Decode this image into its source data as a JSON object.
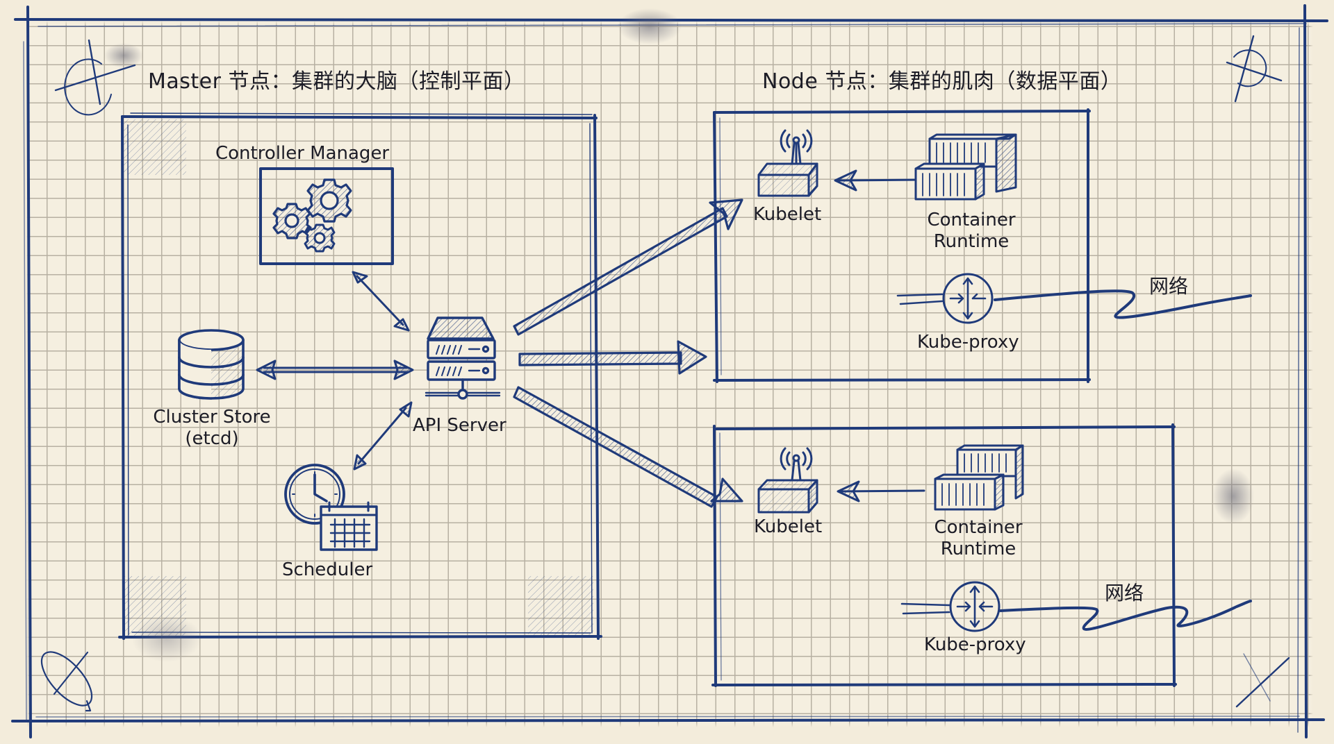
{
  "diagram": {
    "type": "kubernetes-architecture-sketch",
    "style": "hand-drawn ink on graph paper",
    "colors": {
      "ink": "#1f3a7a",
      "text": "#1c1c26",
      "paper": "#f5efe0",
      "grid": "#b7b0a2"
    }
  },
  "master": {
    "title": "Master 节点：集群的大脑（控制平面）",
    "components": {
      "controller_manager": {
        "label": "Controller Manager",
        "icon": "gears-icon"
      },
      "cluster_store": {
        "label": "Cluster Store\n(etcd)",
        "label_line1": "Cluster Store",
        "label_line2": "(etcd)",
        "icon": "database-icon"
      },
      "api_server": {
        "label": "API Server",
        "icon": "server-icon"
      },
      "scheduler": {
        "label": "Scheduler",
        "icon": "clock-calendar-icon"
      }
    },
    "connections": [
      {
        "from": "controller_manager",
        "to": "api_server",
        "type": "bidirectional"
      },
      {
        "from": "cluster_store",
        "to": "api_server",
        "type": "bidirectional"
      },
      {
        "from": "scheduler",
        "to": "api_server",
        "type": "bidirectional"
      }
    ]
  },
  "nodes_section": {
    "title": "Node 节点：集群的肌肉（数据平面）",
    "nodes": [
      {
        "kubelet": {
          "label": "Kubelet",
          "icon": "antenna-box-icon"
        },
        "container_runtime": {
          "label_line1": "Container",
          "label_line2": "Runtime",
          "icon": "shipping-containers-icon"
        },
        "kube_proxy": {
          "label": "Kube-proxy",
          "icon": "router-icon"
        },
        "network": {
          "label": "网络"
        }
      },
      {
        "kubelet": {
          "label": "Kubelet",
          "icon": "antenna-box-icon"
        },
        "container_runtime": {
          "label_line1": "Container",
          "label_line2": "Runtime",
          "icon": "shipping-containers-icon"
        },
        "kube_proxy": {
          "label": "Kube-proxy",
          "icon": "router-icon"
        },
        "network": {
          "label": "网络"
        }
      }
    ]
  },
  "flows": [
    {
      "from": "API Server",
      "to": "Node 1 Kubelet"
    },
    {
      "from": "API Server",
      "to": "Node 1"
    },
    {
      "from": "API Server",
      "to": "Node 2 Kubelet"
    },
    {
      "from": "Container Runtime",
      "to": "Kubelet"
    }
  ]
}
